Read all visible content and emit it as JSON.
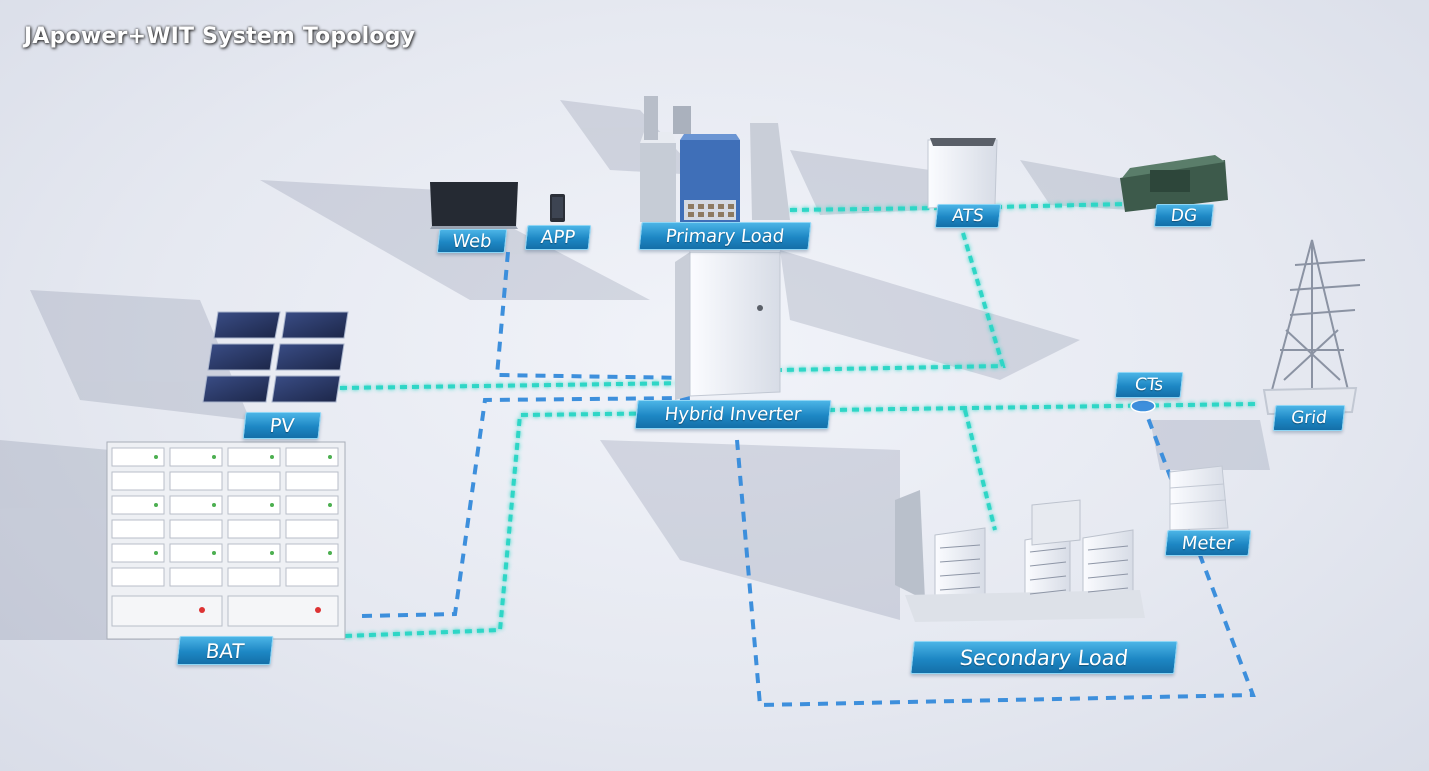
{
  "title": "JApower+WIT System Topology",
  "colors": {
    "ac_line": "#2fd6c6",
    "data_line": "#3d8fdc",
    "label_bg": "#1d87c4"
  },
  "nodes": {
    "web": "Web",
    "app": "APP",
    "primary_load": "Primary Load",
    "ats": "ATS",
    "dg": "DG",
    "pv": "PV",
    "hybrid_inverter": "Hybrid Inverter",
    "cts": "CTs",
    "grid": "Grid",
    "meter": "Meter",
    "bat": "BAT",
    "secondary_load": "Secondary Load"
  }
}
